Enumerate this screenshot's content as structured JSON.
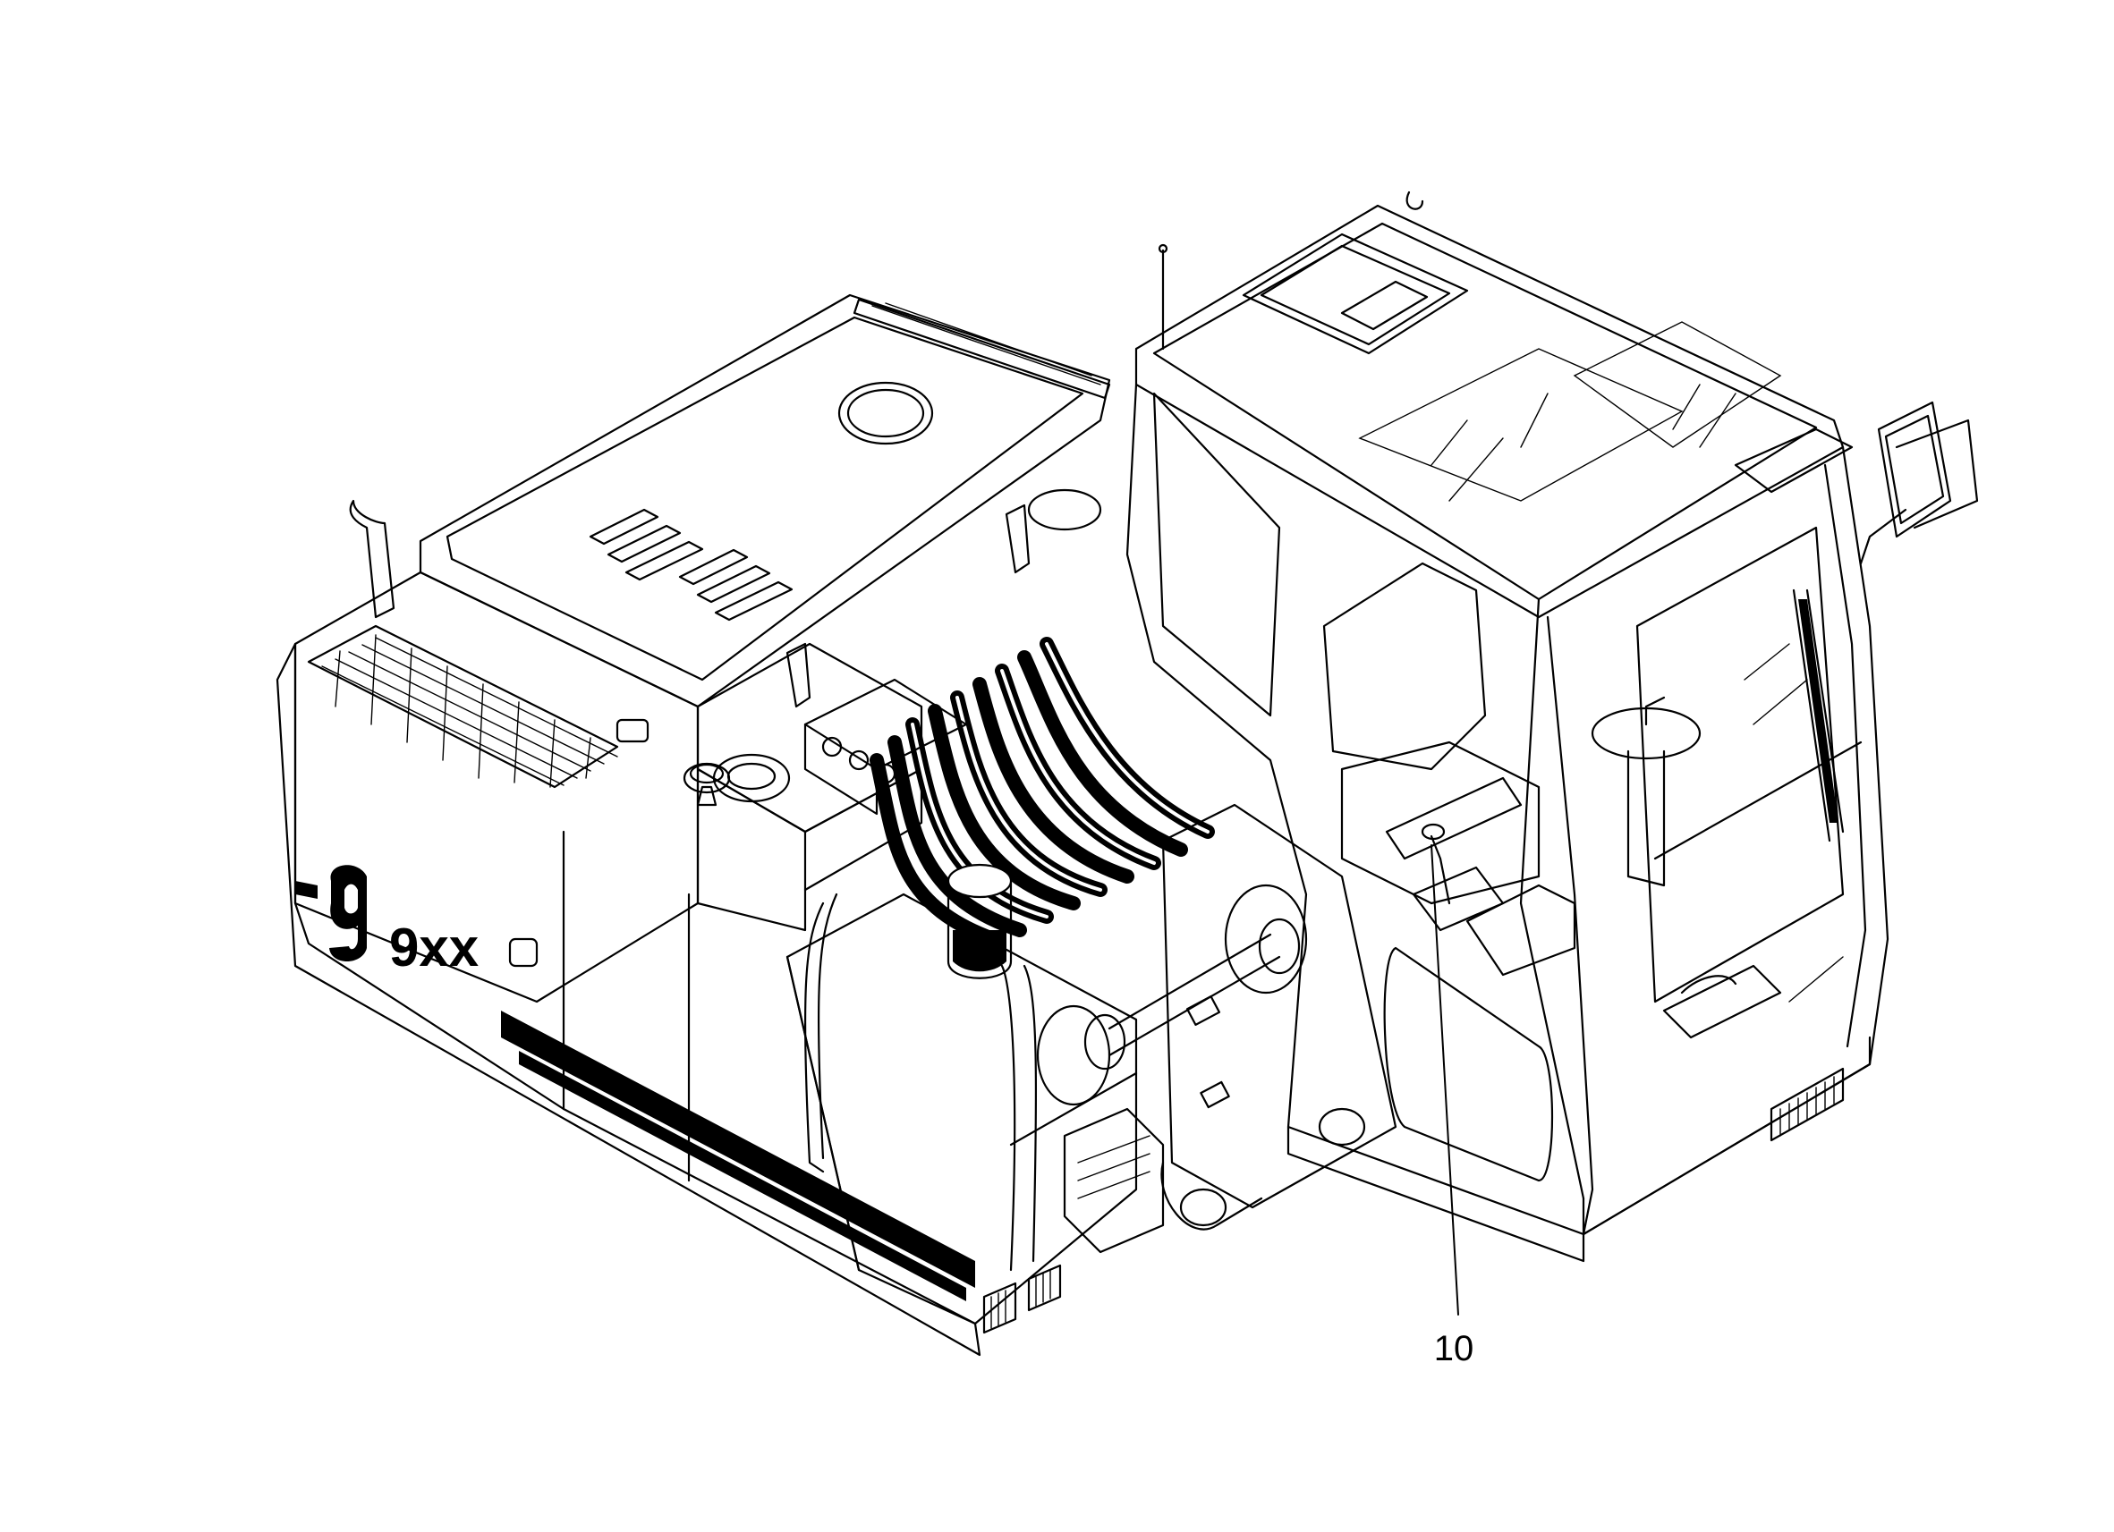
{
  "callouts": [
    {
      "label": "10"
    }
  ],
  "decal": {
    "text": "9xx"
  },
  "icons": [
    "excavator-upper-structure-drawing",
    "cab-drawing",
    "hydraulic-hose-bundle",
    "ventilation-grille",
    "fuel-cap"
  ]
}
